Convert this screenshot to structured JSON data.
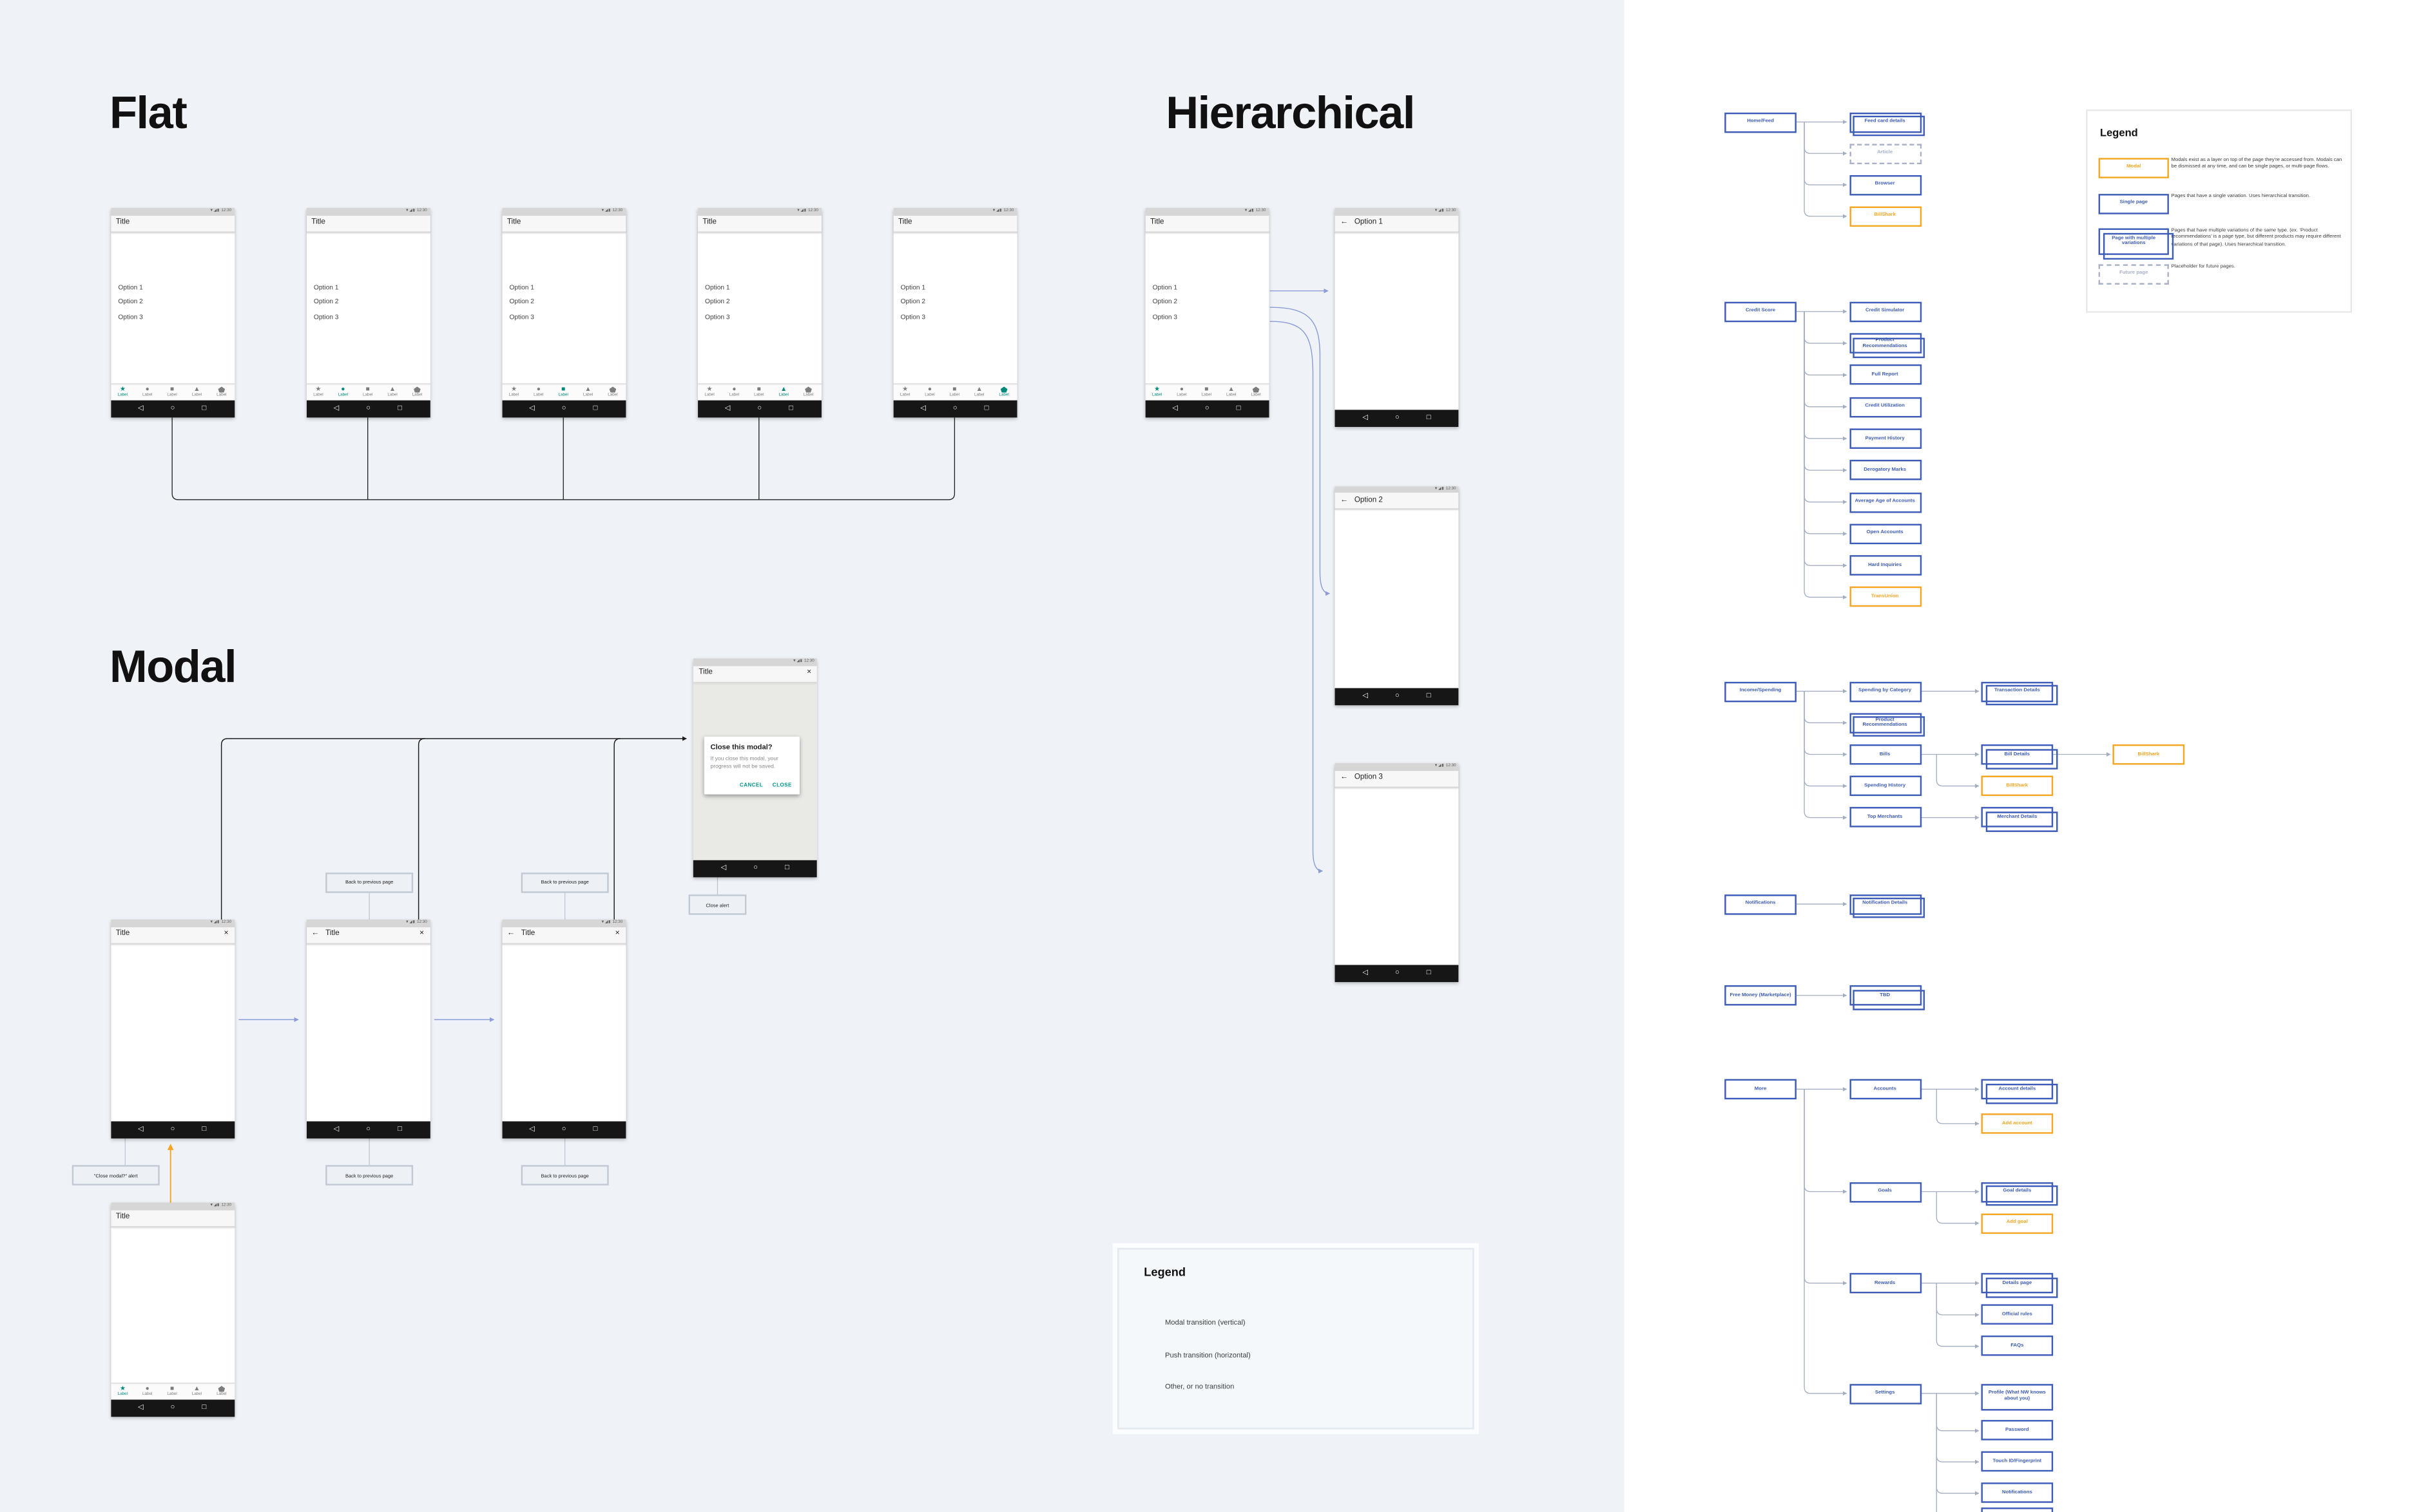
{
  "headings": {
    "flat": "Flat",
    "hierarchical": "Hierarchical",
    "modal": "Modal"
  },
  "phone": {
    "time": "12:30",
    "status_icons": "▼◢▮",
    "title": "Title",
    "options": [
      "Option 1",
      "Option 2",
      "Option 3"
    ],
    "nav_label": "Label",
    "nav_icons": [
      "star-icon",
      "circle-icon",
      "square-icon",
      "triangle-icon",
      "pentagon-icon"
    ],
    "back_glyph": "←",
    "close_glyph": "×",
    "android": {
      "back": "◁",
      "home": "○",
      "recents": "□"
    }
  },
  "hierarchical_children": [
    "Option 1",
    "Option 2",
    "Option 3"
  ],
  "modal_dialog": {
    "title": "Close this modal?",
    "body": "If you close this modal, your progress will not be saved.",
    "cancel": "CANCEL",
    "close": "CLOSE"
  },
  "tags": {
    "back": "Back to previous page",
    "close_modal_alert": "\"Close modal?\" alert",
    "close_alert": "Close alert"
  },
  "node_legend": {
    "title": "Legend",
    "items": [
      {
        "type": "modal",
        "label": "Modal",
        "desc": "Modals exist as a layer on top of the page they're accessed from. Modals can be dismissed at any time, and can be single pages, or multi-page flows."
      },
      {
        "type": "single",
        "label": "Single page",
        "desc": "Pages that have a single variation. Uses hierarchical transition."
      },
      {
        "type": "multi",
        "label": "Page with multiple variations",
        "desc": "Pages that have multiple variations of the same type. (ex. ‘Product recommendations’ is a page type, but different products may require different variations of that page). Uses hierarchical transition."
      },
      {
        "type": "future",
        "label": "Future page",
        "desc": "Placeholder for future pages."
      }
    ]
  },
  "transition_legend": {
    "title": "Legend",
    "items": [
      {
        "name": "modal",
        "label": "Modal transition (vertical)"
      },
      {
        "name": "push",
        "label": "Push transition (horizontal)"
      },
      {
        "name": "other",
        "label": "Other, or no transition"
      }
    ]
  },
  "sitemap": {
    "nodes": [
      {
        "id": "home",
        "label": "Home/Feed",
        "type": "single"
      },
      {
        "id": "feed_card_details",
        "label": "Feed card details",
        "type": "multi"
      },
      {
        "id": "article",
        "label": "Article",
        "type": "future"
      },
      {
        "id": "browser",
        "label": "Browser",
        "type": "single"
      },
      {
        "id": "billshark_home",
        "label": "BillShark",
        "type": "modal"
      },
      {
        "id": "credit",
        "label": "Credit Score",
        "type": "single"
      },
      {
        "id": "credit_simulator",
        "label": "Credit Simulator",
        "type": "single"
      },
      {
        "id": "product_recs_credit",
        "label": "Product Recommendations",
        "type": "multi"
      },
      {
        "id": "full_report",
        "label": "Full Report",
        "type": "single"
      },
      {
        "id": "credit_utilization",
        "label": "Credit Utilization",
        "type": "single"
      },
      {
        "id": "payment_history",
        "label": "Payment History",
        "type": "single"
      },
      {
        "id": "derogatory_marks",
        "label": "Derogatory Marks",
        "type": "single"
      },
      {
        "id": "avg_age",
        "label": "Average Age of Accounts",
        "type": "single"
      },
      {
        "id": "open_accounts",
        "label": "Open Accounts",
        "type": "single"
      },
      {
        "id": "hard_inquiries",
        "label": "Hard Inquiries",
        "type": "single"
      },
      {
        "id": "transunion",
        "label": "TransUnion",
        "type": "modal"
      },
      {
        "id": "income",
        "label": "Income/Spending",
        "type": "single"
      },
      {
        "id": "spending_by_category",
        "label": "Spending by Category",
        "type": "single"
      },
      {
        "id": "product_recs_income",
        "label": "Product Recommendations",
        "type": "multi"
      },
      {
        "id": "bills",
        "label": "Bills",
        "type": "single"
      },
      {
        "id": "spending_history",
        "label": "Spending History",
        "type": "single"
      },
      {
        "id": "top_merchants",
        "label": "Top Merchants",
        "type": "single"
      },
      {
        "id": "transaction_details",
        "label": "Transaction Details",
        "type": "multi"
      },
      {
        "id": "bill_details",
        "label": "Bill Details",
        "type": "multi"
      },
      {
        "id": "billshark_bills",
        "label": "BillShark",
        "type": "modal"
      },
      {
        "id": "merchant_details",
        "label": "Merchant Details",
        "type": "multi"
      },
      {
        "id": "billshark_bill_details",
        "label": "BillShark",
        "type": "modal"
      },
      {
        "id": "notifications",
        "label": "Notifications",
        "type": "single"
      },
      {
        "id": "notification_details",
        "label": "Notification Details",
        "type": "multi"
      },
      {
        "id": "free_money",
        "label": "Free Money (Marketplace)",
        "type": "single"
      },
      {
        "id": "tbd",
        "label": "TBD",
        "type": "multi"
      },
      {
        "id": "more",
        "label": "More",
        "type": "single"
      },
      {
        "id": "accounts",
        "label": "Accounts",
        "type": "single"
      },
      {
        "id": "goals",
        "label": "Goals",
        "type": "single"
      },
      {
        "id": "rewards",
        "label": "Rewards",
        "type": "single"
      },
      {
        "id": "settings",
        "label": "Settings",
        "type": "single"
      },
      {
        "id": "account_details",
        "label": "Account details",
        "type": "multi"
      },
      {
        "id": "add_account",
        "label": "Add account",
        "type": "modal"
      },
      {
        "id": "goal_details",
        "label": "Goal details",
        "type": "multi"
      },
      {
        "id": "add_goal",
        "label": "Add goal",
        "type": "modal"
      },
      {
        "id": "details_page",
        "label": "Details page",
        "type": "multi"
      },
      {
        "id": "official_rules",
        "label": "Official rules",
        "type": "single"
      },
      {
        "id": "faqs",
        "label": "FAQs",
        "type": "single"
      },
      {
        "id": "profile",
        "label": "Profile (What NW knows about you)",
        "type": "single"
      },
      {
        "id": "password",
        "label": "Password",
        "type": "single"
      },
      {
        "id": "touch_id",
        "label": "Touch ID/Fingerprint",
        "type": "single"
      },
      {
        "id": "notifications_settings",
        "label": "Notifications",
        "type": "single"
      },
      {
        "id": "settings_extra",
        "label": "",
        "type": "single"
      }
    ],
    "edges": [
      [
        "home",
        "feed_card_details"
      ],
      [
        "home",
        "article"
      ],
      [
        "home",
        "browser"
      ],
      [
        "home",
        "billshark_home"
      ],
      [
        "credit",
        "credit_simulator"
      ],
      [
        "credit",
        "product_recs_credit"
      ],
      [
        "credit",
        "full_report"
      ],
      [
        "credit",
        "credit_utilization"
      ],
      [
        "credit",
        "payment_history"
      ],
      [
        "credit",
        "derogatory_marks"
      ],
      [
        "credit",
        "avg_age"
      ],
      [
        "credit",
        "open_accounts"
      ],
      [
        "credit",
        "hard_inquiries"
      ],
      [
        "credit",
        "transunion"
      ],
      [
        "income",
        "spending_by_category"
      ],
      [
        "income",
        "product_recs_income"
      ],
      [
        "income",
        "bills"
      ],
      [
        "income",
        "spending_history"
      ],
      [
        "income",
        "top_merchants"
      ],
      [
        "spending_by_category",
        "transaction_details"
      ],
      [
        "bills",
        "bill_details"
      ],
      [
        "bills",
        "billshark_bills"
      ],
      [
        "bill_details",
        "billshark_bill_details"
      ],
      [
        "top_merchants",
        "merchant_details"
      ],
      [
        "notifications",
        "notification_details"
      ],
      [
        "free_money",
        "tbd"
      ],
      [
        "more",
        "accounts"
      ],
      [
        "more",
        "goals"
      ],
      [
        "more",
        "rewards"
      ],
      [
        "more",
        "settings"
      ],
      [
        "accounts",
        "account_details"
      ],
      [
        "accounts",
        "add_account"
      ],
      [
        "goals",
        "goal_details"
      ],
      [
        "goals",
        "add_goal"
      ],
      [
        "rewards",
        "details_page"
      ],
      [
        "rewards",
        "official_rules"
      ],
      [
        "rewards",
        "faqs"
      ],
      [
        "settings",
        "profile"
      ],
      [
        "settings",
        "password"
      ],
      [
        "settings",
        "touch_id"
      ],
      [
        "settings",
        "notifications_settings"
      ],
      [
        "settings",
        "settings_extra"
      ]
    ]
  },
  "colors": {
    "blue": "#3D5CB8",
    "orange": "#F5A623",
    "teal": "#00897B",
    "edge_gray": "#A3AEC0",
    "left_bg": "#EFF3F8"
  }
}
